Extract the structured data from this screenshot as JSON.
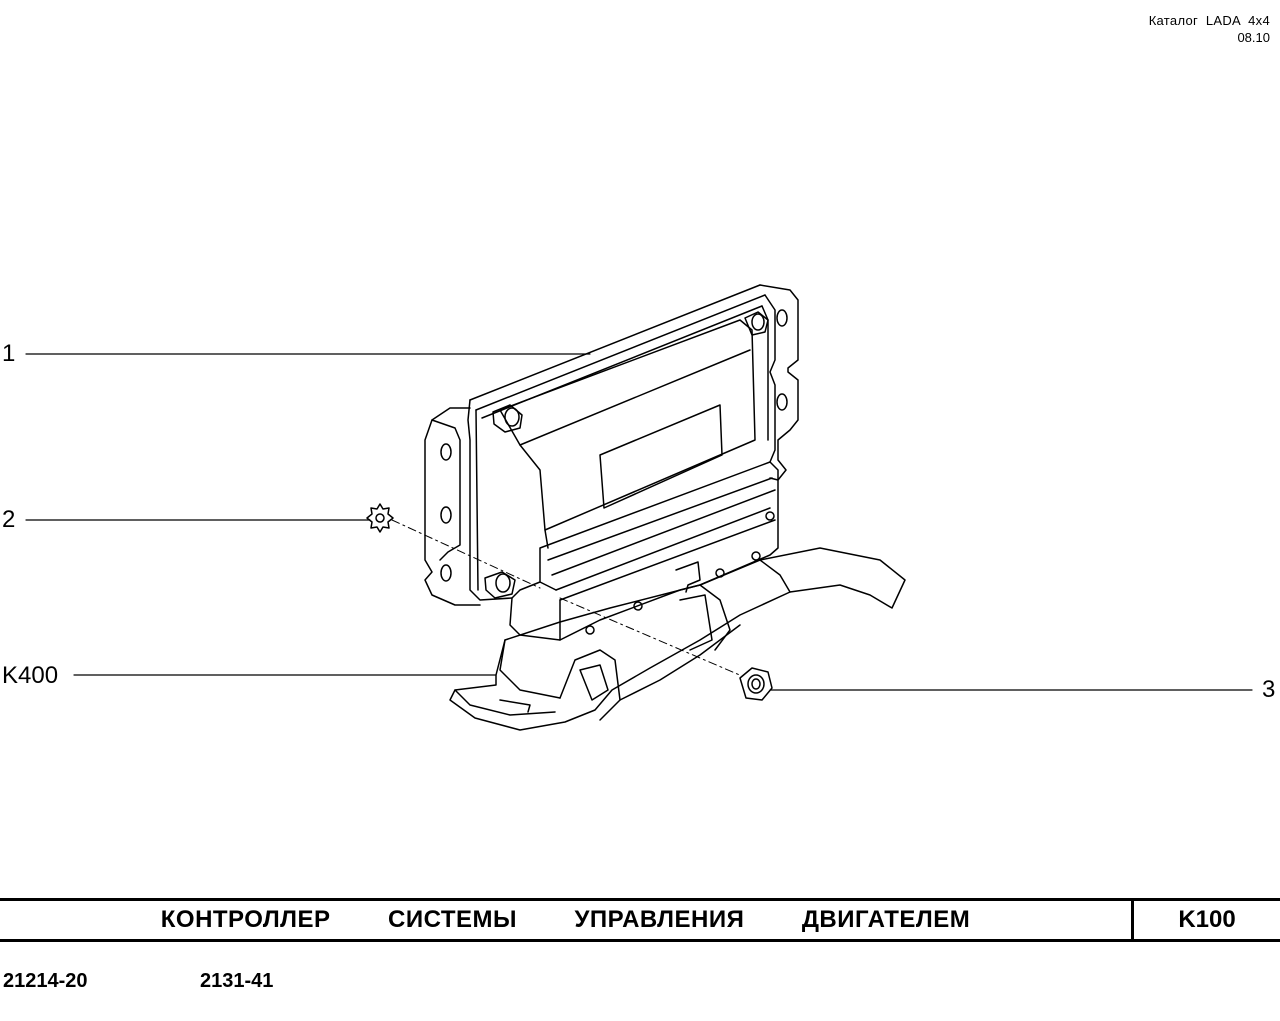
{
  "header": {
    "catalog_title": "Каталог  LADA  4x4",
    "date": "08.10"
  },
  "callouts": {
    "c1": "1",
    "c2": "2",
    "c3": "3",
    "k400": "K400"
  },
  "title_block": {
    "name": "КОНТРОЛЛЕР   СИСТЕМЫ   УПРАВЛЕНИЯ   ДВИГАТЕЛЕМ",
    "code": "K100"
  },
  "models": {
    "left": "21214-20",
    "right": "2131-41"
  },
  "colors": {
    "ink": "#000000",
    "paper": "#ffffff"
  }
}
